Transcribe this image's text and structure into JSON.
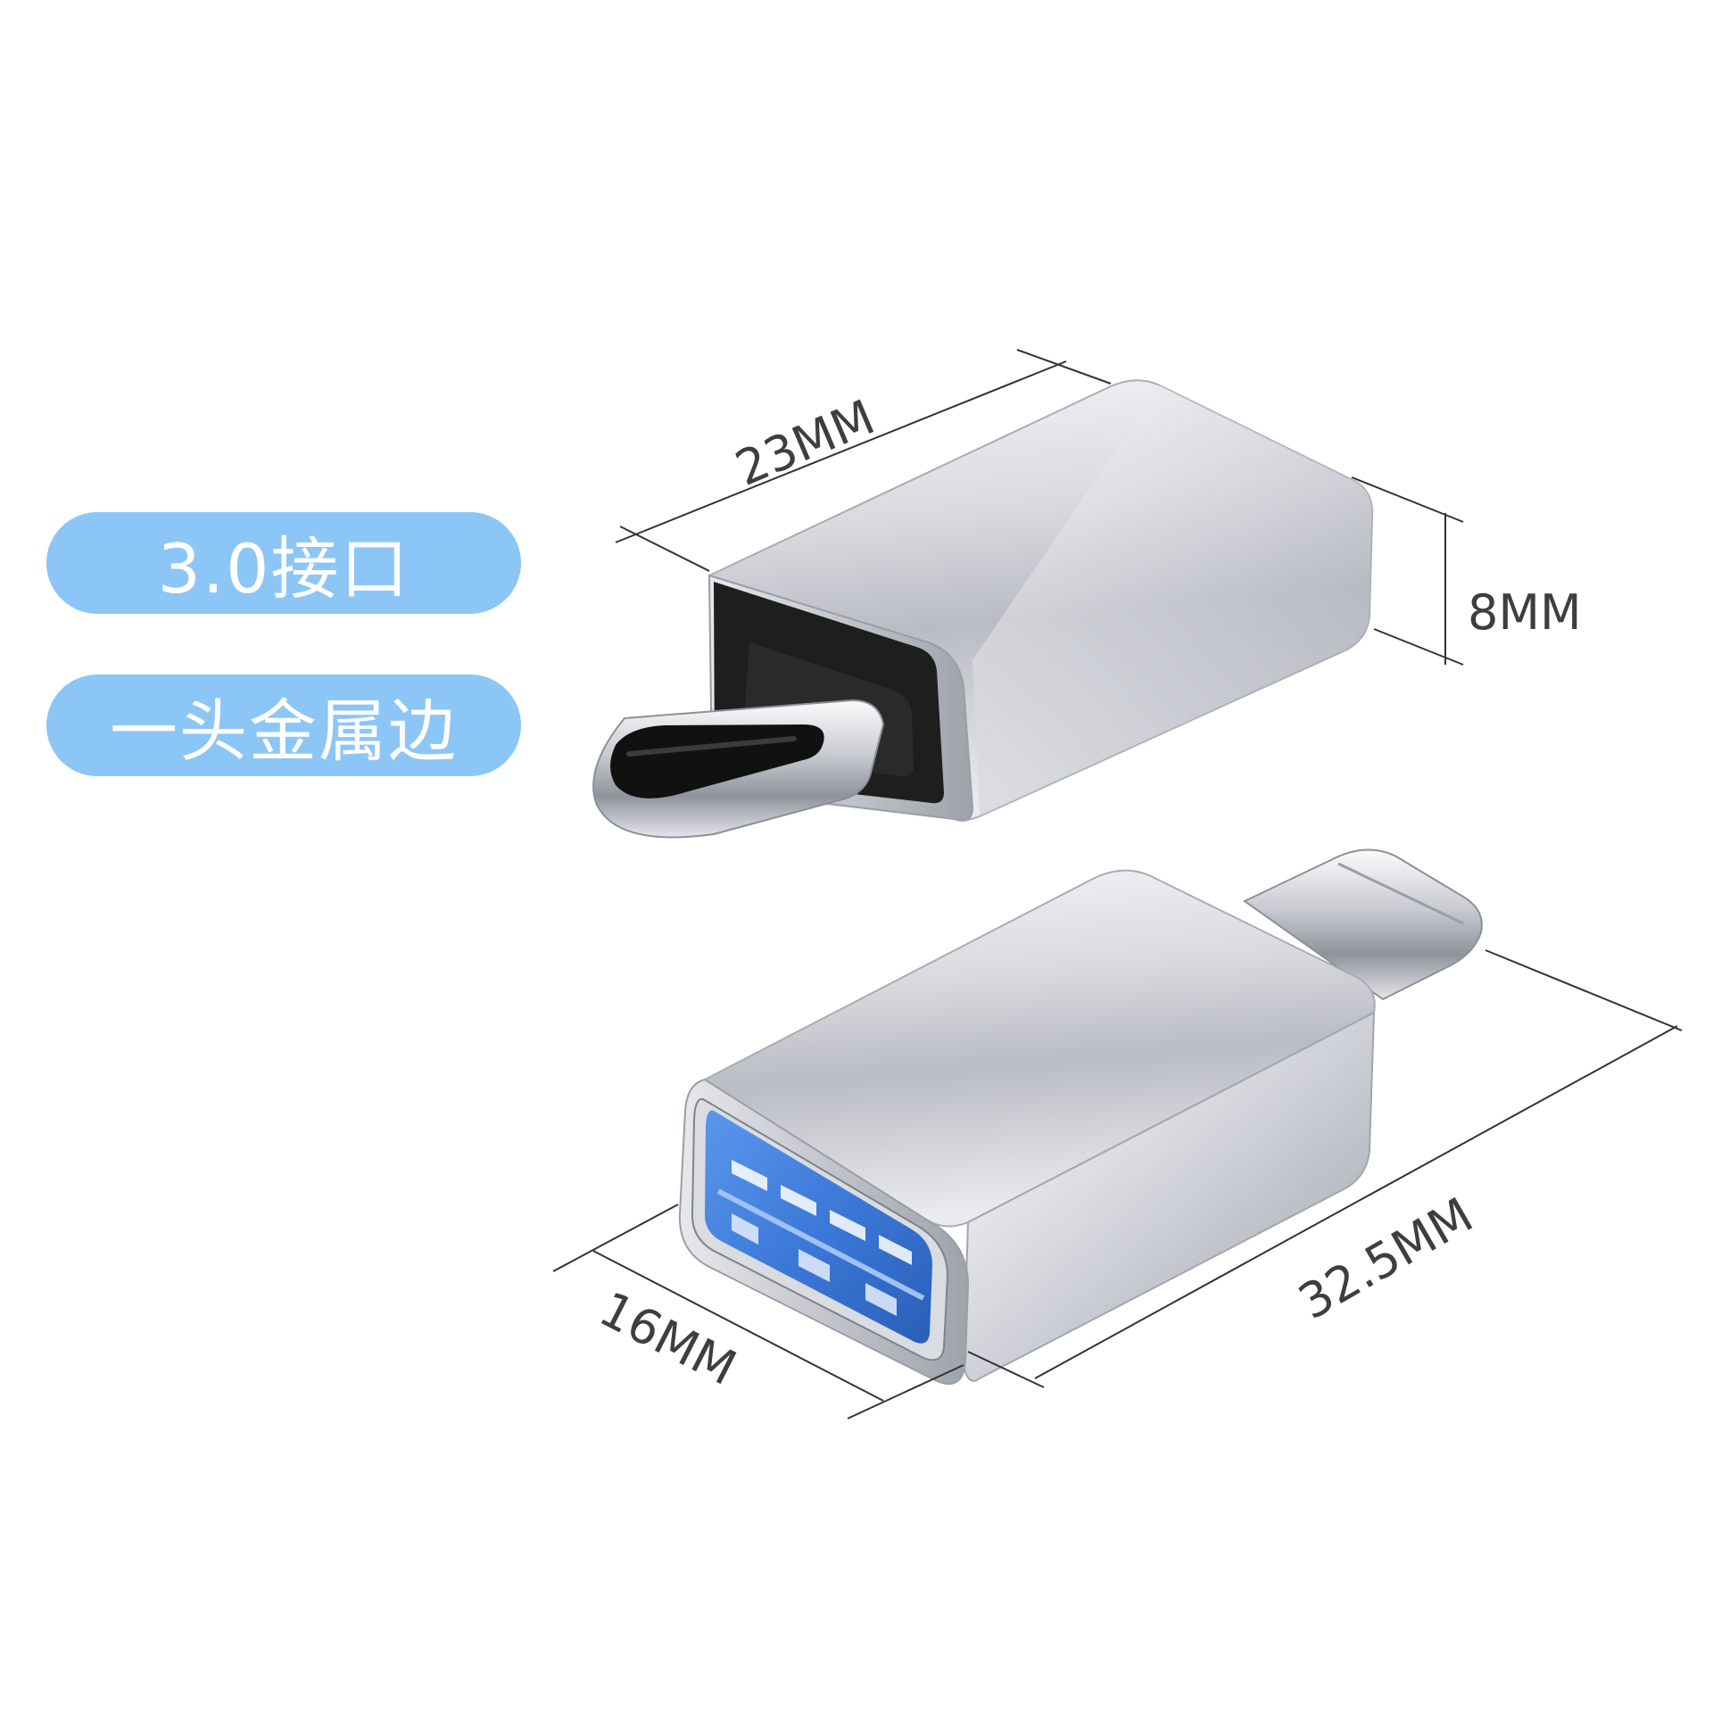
{
  "feature_tags": [
    {
      "label": "3.0接口"
    },
    {
      "label": "一头金属边"
    }
  ],
  "dimensions": {
    "width_top": "23MM",
    "height": "8MM",
    "width_bottom": "16MM",
    "length": "32.5MM"
  },
  "colors": {
    "tag_background": "#8cc6f7",
    "tag_text": "#ffffff",
    "usb_insert_blue": "#3c79d8",
    "aluminum_body": "#cfd2d7",
    "connector_black": "#1e1e1e"
  },
  "icons": [
    "usb-c-to-usb-a-adapter-top",
    "usb-c-to-usb-a-adapter-bottom"
  ]
}
